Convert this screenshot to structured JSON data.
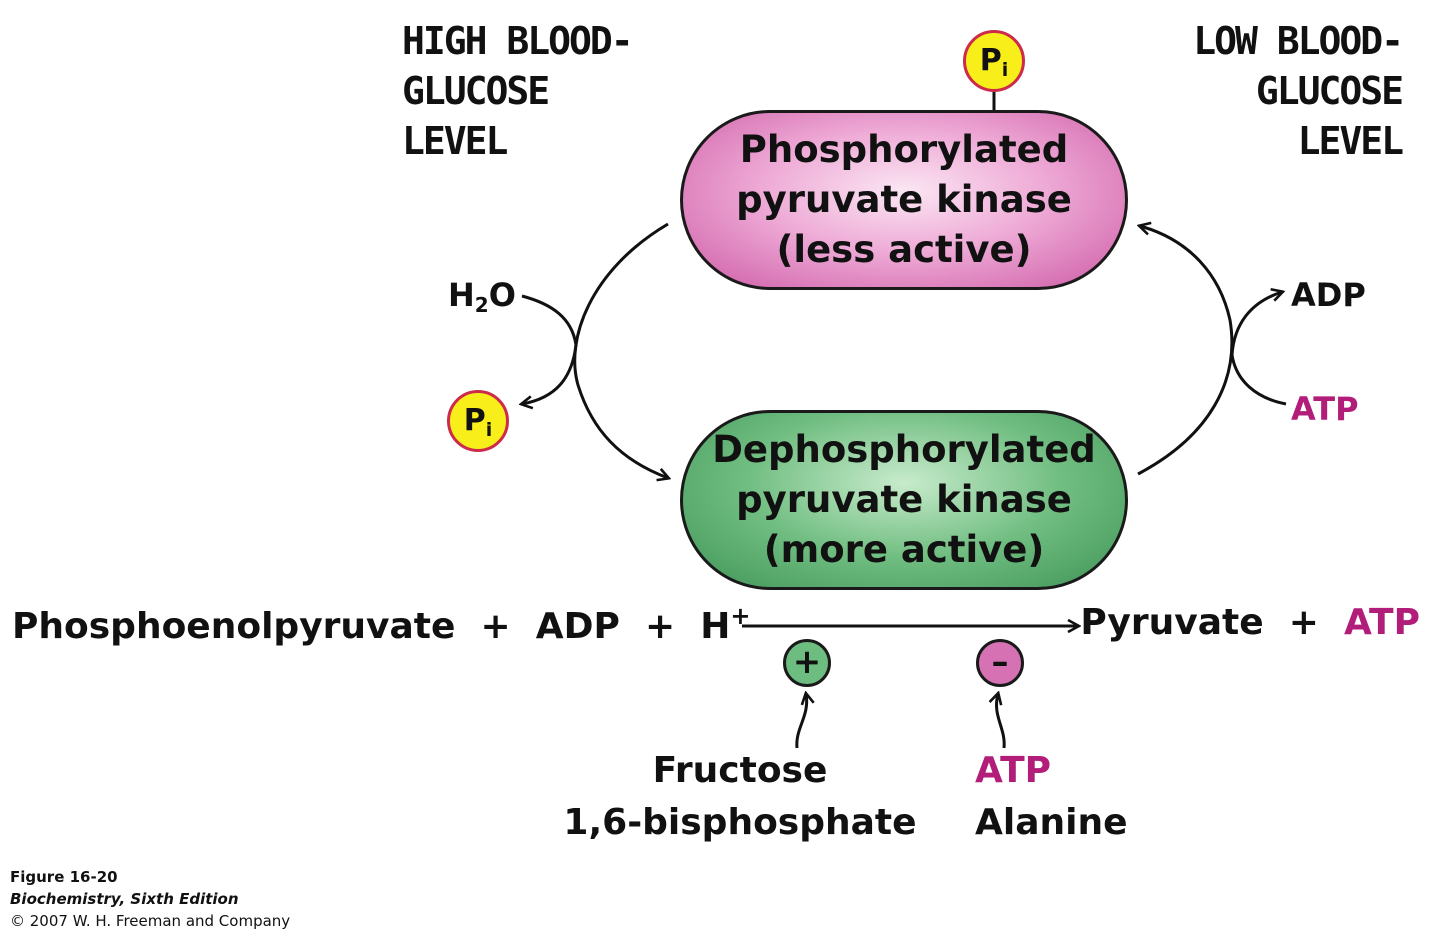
{
  "left_condition": {
    "lines": [
      "HIGH BLOOD-",
      "GLUCOSE",
      "LEVEL"
    ]
  },
  "right_condition": {
    "lines": [
      "LOW BLOOD-",
      "GLUCOSE",
      "LEVEL"
    ]
  },
  "phosphorylated_enzyme": {
    "lines": [
      "Phosphorylated",
      "pyruvate kinase",
      "(less active)"
    ],
    "color": "#e58fc6"
  },
  "dephosphorylated_enzyme": {
    "lines": [
      "Dephosphorylated",
      "pyruvate kinase",
      "(more active)"
    ],
    "color": "#5aad6d"
  },
  "phosphate_badge": {
    "letter": "P",
    "subscript": "i",
    "fill": "#f7ee1a",
    "ring": "#cc2b4a"
  },
  "left_cycle": {
    "water_main": "H",
    "water_sub": "2",
    "water_tail": "O"
  },
  "right_cycle": {
    "adp": "ADP",
    "atp": "ATP"
  },
  "reaction": {
    "reactant1": "Phosphoenolpyruvate",
    "plus": "+",
    "reactant2": "ADP",
    "reactant3": "H",
    "reactant3_sup": "+",
    "product1": "Pyruvate",
    "product2": "ATP"
  },
  "activator": {
    "symbol": "+",
    "lines": [
      "Fructose",
      "1,6-bisphosphate"
    ]
  },
  "inhibitor": {
    "symbol": "–",
    "lines": [
      "ATP",
      "Alanine"
    ]
  },
  "caption": {
    "figure": "Figure 16-20",
    "book": "Biochemistry, Sixth Edition",
    "copyright": "© 2007 W. H. Freeman and Company"
  },
  "colors": {
    "highlight": "#b11d78",
    "activator": "#6dbd80",
    "inhibitor": "#d672b4"
  }
}
